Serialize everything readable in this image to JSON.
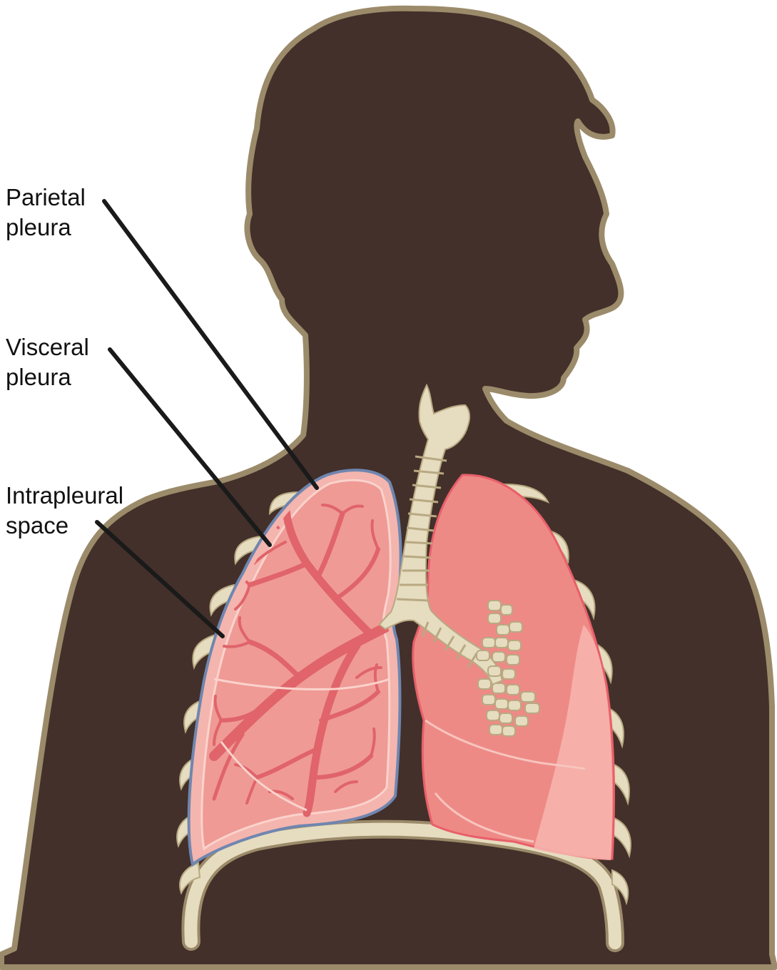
{
  "labels": {
    "parietal_pleura": "Parietal\npleura",
    "visceral_pleura": "Visceral\npleura",
    "intrapleural_space": "Intrapleural\nspace"
  },
  "colors": {
    "silhouette": "#43302a",
    "silhouette_outline": "#9b8b6a",
    "bone": "#e6dcbf",
    "bone_shadow": "#b8a982",
    "lung": "#ee8a86",
    "lung_light": "#f6b3ad",
    "parietal_pleura": "#6f86b0",
    "airway": "#e2547a",
    "leader_line": "#1a1a1a"
  }
}
